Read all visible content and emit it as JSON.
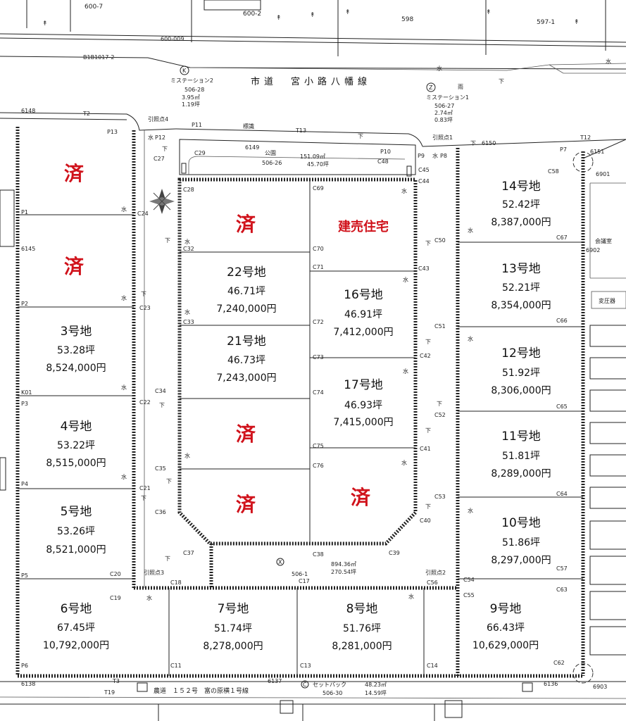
{
  "top_road": {
    "name": "市道　宮小路八幡線",
    "left_chip_id": "ミステーション2",
    "left_chip_parcel": "506-28",
    "left_chip_area_m2": "3.95㎡",
    "left_chip_area_tsubo": "1.19坪",
    "right_chip_id": "ミステーション1",
    "right_chip_parcel": "506-27",
    "right_chip_area_m2": "2.74㎡",
    "right_chip_area_tsubo": "0.83坪"
  },
  "park": {
    "label": "公園",
    "parcel": "506-26",
    "area_m2": "151.09㎡",
    "area_tsubo": "45.70坪"
  },
  "neighbors": {
    "n1": "600-7",
    "n2": "600-2",
    "n3": "598",
    "n4": "597-1",
    "n5": "B1B1017-2",
    "n6": "600-009",
    "meeting_room": "会議室",
    "transformer": "変圧器"
  },
  "bottom_road": {
    "name": "農道　１５２号　富の原横１号線",
    "setback_label": "セットバック",
    "setback_parcel": "506-30",
    "setback_area_m2": "48.23㎡",
    "setback_area_tsubo": "14.59坪"
  },
  "center_road": {
    "parcel": "506-1",
    "area_m2": "894.36㎡",
    "area_tsubo": "270.54坪"
  },
  "sign_label": "標識",
  "sold_mark": "済",
  "built_for_sale": "建売住宅",
  "lots": [
    {
      "id": "lot-3",
      "number": "3号地",
      "area": "53.28坪",
      "price": "8,524,000円"
    },
    {
      "id": "lot-4",
      "number": "4号地",
      "area": "53.22坪",
      "price": "8,515,000円"
    },
    {
      "id": "lot-5",
      "number": "5号地",
      "area": "53.26坪",
      "price": "8,521,000円"
    },
    {
      "id": "lot-6",
      "number": "6号地",
      "area": "67.45坪",
      "price": "10,792,000円"
    },
    {
      "id": "lot-7",
      "number": "7号地",
      "area": "51.74坪",
      "price": "8,278,000円"
    },
    {
      "id": "lot-8",
      "number": "8号地",
      "area": "51.76坪",
      "price": "8,281,000円"
    },
    {
      "id": "lot-9",
      "number": "9号地",
      "area": "66.43坪",
      "price": "10,629,000円"
    },
    {
      "id": "lot-10",
      "number": "10号地",
      "area": "51.86坪",
      "price": "8,297,000円"
    },
    {
      "id": "lot-11",
      "number": "11号地",
      "area": "51.81坪",
      "price": "8,289,000円"
    },
    {
      "id": "lot-12",
      "number": "12号地",
      "area": "51.92坪",
      "price": "8,306,000円"
    },
    {
      "id": "lot-13",
      "number": "13号地",
      "area": "52.21坪",
      "price": "8,354,000円"
    },
    {
      "id": "lot-14",
      "number": "14号地",
      "area": "52.42坪",
      "price": "8,387,000円"
    },
    {
      "id": "lot-16",
      "number": "16号地",
      "area": "46.91坪",
      "price": "7,412,000円"
    },
    {
      "id": "lot-17",
      "number": "17号地",
      "area": "46.93坪",
      "price": "7,415,000円"
    },
    {
      "id": "lot-21",
      "number": "21号地",
      "area": "46.73坪",
      "price": "7,243,000円"
    },
    {
      "id": "lot-22",
      "number": "22号地",
      "area": "46.71坪",
      "price": "7,240,000円"
    }
  ],
  "points": {
    "P1": "P1",
    "P2": "P2",
    "P3": "P3",
    "P4": "P4",
    "P5": "P5",
    "P6": "P6",
    "P7": "P7",
    "P8": "P8",
    "P9": "P9",
    "P10": "P10",
    "P11": "P11",
    "P12": "P12",
    "P13": "P13",
    "K01": "K01",
    "T2": "T2",
    "T3": "T3",
    "T12": "T12",
    "T13": "T13",
    "T19": "T19",
    "C13": "C13",
    "C14": "C14",
    "C11": "C11",
    "C17": "C17",
    "C18": "C18",
    "C19": "C19",
    "C20": "C20",
    "C21": "C21",
    "C22": "C22",
    "C23": "C23",
    "C24": "C24",
    "C27": "C27",
    "C28": "C28",
    "C29": "C29",
    "C32": "C32",
    "C33": "C33",
    "C34": "C34",
    "C35": "C35",
    "C36": "C36",
    "C37": "C37",
    "C38": "C38",
    "C39": "C39",
    "C40": "C40",
    "C41": "C41",
    "C42": "C42",
    "C43": "C43",
    "C44": "C44",
    "C45": "C45",
    "C48": "C48",
    "C50": "C50",
    "C51": "C51",
    "C52": "C52",
    "C53": "C53",
    "C54": "C54",
    "C55": "C55",
    "C56": "C56",
    "C57": "C57",
    "C58": "C58",
    "C62": "C62",
    "C63": "C63",
    "C64": "C64",
    "C65": "C65",
    "C66": "C66",
    "C67": "C67",
    "C69": "C69",
    "C70": "C70",
    "C71": "C71",
    "C72": "C72",
    "C73": "C73",
    "C74": "C74",
    "C75": "C75",
    "C76": "C76",
    "b6148": "6148",
    "b6145": "6145",
    "b6149": "6149",
    "b6150": "6150",
    "b6151": "6151",
    "b6901": "6901",
    "b6902": "6902",
    "b6903": "6903",
    "b6136": "6136",
    "b6137": "6137",
    "b6138": "6138",
    "ref1": "引照点1",
    "ref2": "引照点2",
    "ref3": "引照点3",
    "ref4": "引照点4"
  },
  "symbols": {
    "water": "水",
    "sewer": "下",
    "rain": "雨",
    "mark_x": "X",
    "mark_k": "K",
    "mark_z": "Z",
    "mark_c": "C"
  }
}
